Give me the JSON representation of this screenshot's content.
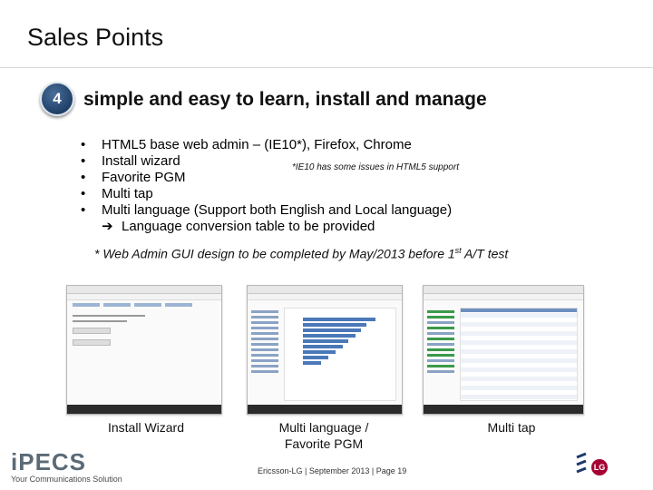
{
  "slide": {
    "title": "Sales Points",
    "badge_number": "4",
    "subtitle": "simple and easy to learn, install and manage",
    "bullets": [
      "HTML5 base web admin – (IE10*), Firefox, Chrome",
      "Install wizard",
      "Favorite PGM",
      "Multi tap",
      "Multi language (Support both English and Local language)"
    ],
    "sub_bullet": "Language conversion table to be provided",
    "ie_note": "*IE10 has some issues in HTML5 support",
    "note": {
      "before": "* Web Admin GUI design to be completed by May/2013 before 1",
      "superscript": "st",
      "after": " A/T test"
    },
    "screenshots": [
      {
        "caption_line1": "Install Wizard",
        "caption_line2": ""
      },
      {
        "caption_line1": "Multi language /",
        "caption_line2": "Favorite PGM"
      },
      {
        "caption_line1": "Multi tap",
        "caption_line2": ""
      }
    ],
    "footer": "Ericsson-LG | September 2013 | Page 19",
    "logo_left": "iPECS",
    "logo_left_tagline": "Your Communications Solution",
    "logo_right": "LG"
  }
}
